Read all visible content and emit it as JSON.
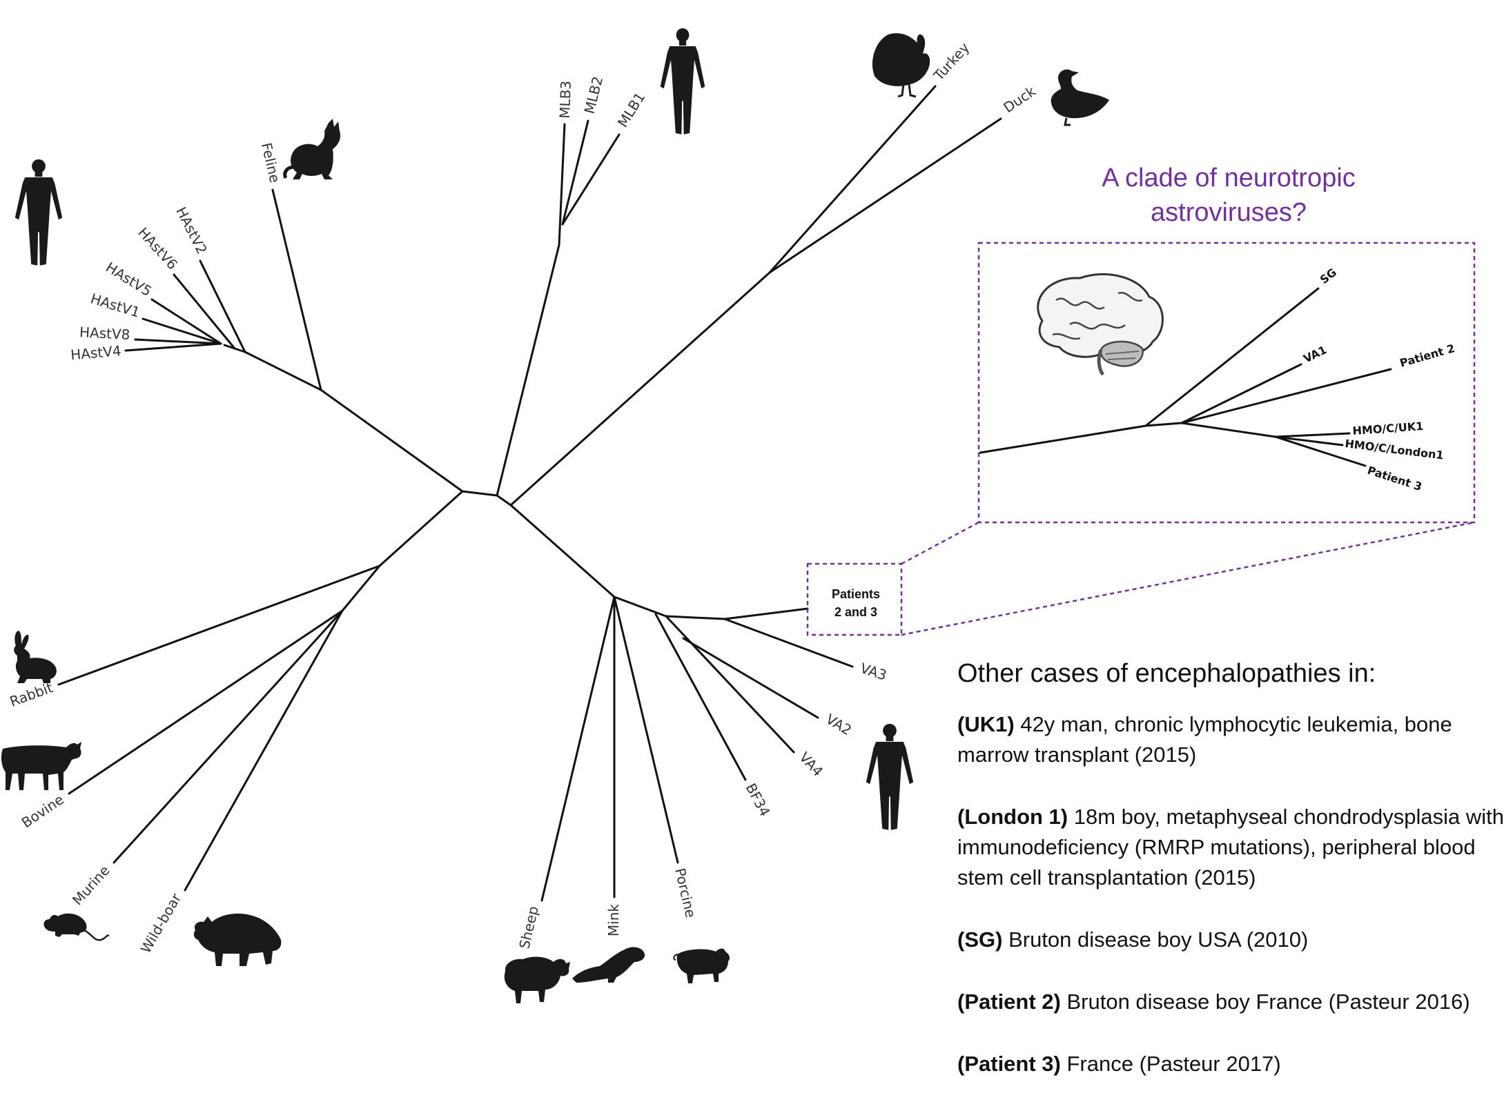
{
  "tree": {
    "leaves": {
      "hastv2": "HAstV2",
      "hastv6": "HAstV6",
      "hastv5": "HAstV5",
      "hastv1": "HAstV1",
      "hastv8": "HAstV8",
      "hastv4": "HAstV4",
      "feline": "Feline",
      "mlb3": "MLB3",
      "mlb2": "MLB2",
      "mlb1": "MLB1",
      "turkey": "Turkey",
      "duck": "Duck",
      "rabbit": "Rabbit",
      "bovine": "Bovine",
      "murine": "Murine",
      "wildboar": "Wild-boar",
      "sheep": "Sheep",
      "mink": "Mink",
      "porcine": "Porcine",
      "bf34": "BF34",
      "va4": "VA4",
      "va2": "VA2",
      "va3": "VA3"
    },
    "patients_box_line1": "Patients",
    "patients_box_line2": "2 and 3"
  },
  "clade": {
    "title_line1": "A clade of neurotropic",
    "title_line2": "astroviruses?",
    "leaves": {
      "sg": "SG",
      "va1": "VA1",
      "patient2": "Patient 2",
      "uk1": "HMO/C/UK1",
      "london1": "HMO/C/London1",
      "patient3": "Patient 3"
    },
    "color": "#7030a0"
  },
  "cases": {
    "heading": "Other cases of encephalopathies in:",
    "items": [
      {
        "key": "(UK1)",
        "lines": [
          "42y man, chronic lymphocytic leukemia, bone",
          "marrow transplant (2015)"
        ]
      },
      {
        "key": "(London 1)",
        "lines": [
          "18m boy, metaphyseal chondrodysplasia with",
          "immunodeficiency (RMRP mutations), peripheral blood",
          "stem cell transplantation (2015)"
        ]
      },
      {
        "key": "(SG)",
        "lines": [
          "Bruton disease boy USA (2010)"
        ]
      },
      {
        "key": "(Patient 2)",
        "lines": [
          "Bruton disease boy France (Pasteur 2016)"
        ]
      },
      {
        "key": "(Patient 3)",
        "lines": [
          "France (Pasteur 2017)"
        ]
      }
    ]
  },
  "icons": [
    "human-icon",
    "cat-icon",
    "turkey-icon",
    "duck-icon",
    "brain-icon",
    "rabbit-icon",
    "cow-icon",
    "mouse-icon",
    "boar-icon",
    "sheep-icon",
    "mink-icon",
    "pig-icon"
  ]
}
